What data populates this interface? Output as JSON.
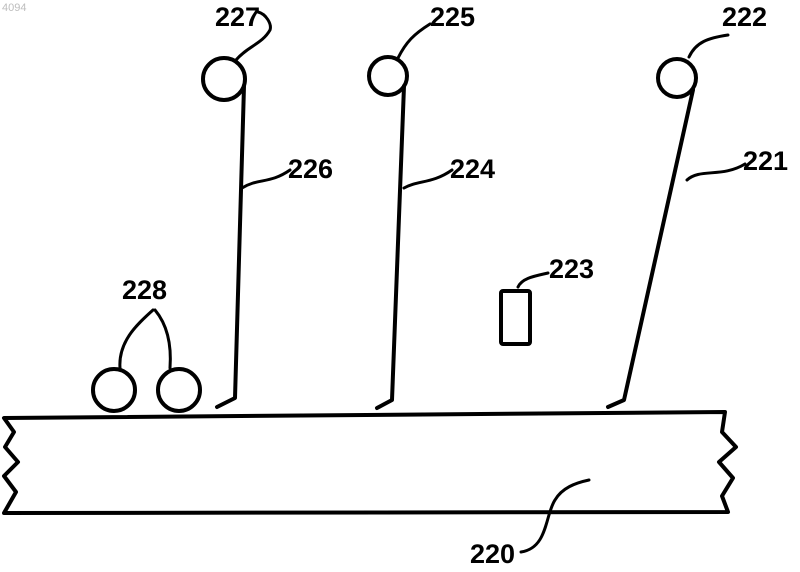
{
  "corner_code": "4094",
  "labels": {
    "l220": "220",
    "l221": "221",
    "l222": "222",
    "l223": "223",
    "l224": "224",
    "l225": "225",
    "l226": "226",
    "l227": "227",
    "l228": "228"
  }
}
